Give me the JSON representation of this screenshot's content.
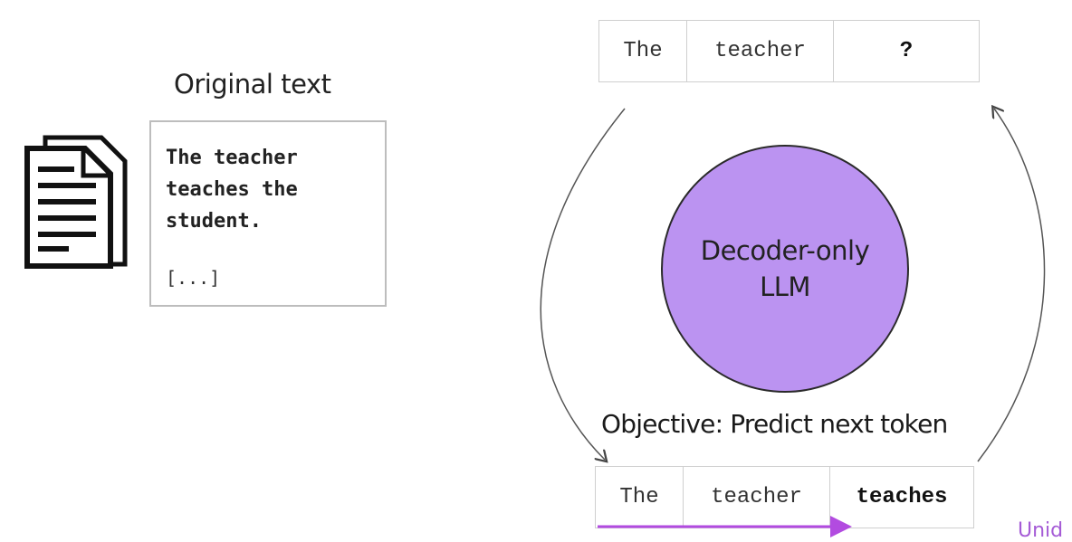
{
  "original": {
    "label": "Original text",
    "text": "The teacher\nteaches the\nstudent.",
    "ellipsis": "[...]"
  },
  "top_tokens": [
    "The",
    "teacher",
    "?"
  ],
  "model": {
    "label": "Decoder-only\nLLM"
  },
  "objective": "Objective: Predict next token",
  "bottom_tokens": [
    "The",
    "teacher",
    "teaches"
  ],
  "corner_text": "Unid",
  "colors": {
    "circle_fill": "#bb93f1",
    "arrow_accent": "#b24be0"
  }
}
